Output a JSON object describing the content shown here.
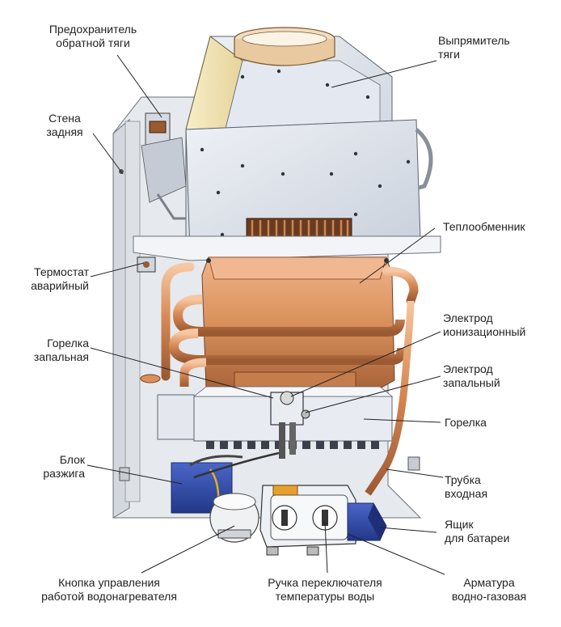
{
  "labels": {
    "backdraft_guard": [
      "Предохранитель",
      "обратной тяги"
    ],
    "draft_diverter": [
      "Выпрямитель",
      "тяги"
    ],
    "back_wall": [
      "Стена",
      "задняя"
    ],
    "heat_exchanger": [
      "Теплообменник"
    ],
    "thermostat": [
      "Термостат",
      "аварийный"
    ],
    "ionization_electrode": [
      "Электрод",
      "ионизационный"
    ],
    "pilot_burner": [
      "Горелка",
      "запальная"
    ],
    "ignition_electrode": [
      "Электрод",
      "запальный"
    ],
    "burner": [
      "Горелка"
    ],
    "ignition_unit": [
      "Блок",
      "разжига"
    ],
    "inlet_pipe": [
      "Трубка",
      "входная"
    ],
    "battery_box": [
      "Ящик",
      "для батареи"
    ],
    "control_button": [
      "Кнопка управления",
      "работой водонагревателя"
    ],
    "temp_knob": [
      "Ручка переключателя",
      "температуры воды"
    ],
    "water_gas_valve": [
      "Арматура",
      "водно-газовая"
    ]
  },
  "colors": {
    "copper": "#d9905c",
    "copper_dark": "#b06a3c",
    "steel": "#dfe3ea",
    "steel_dark": "#b9c0cc",
    "cream": "#f3e6b8",
    "blue_box": "#2f4aa8",
    "panel": "#e9ecef",
    "leader": "#222222"
  }
}
